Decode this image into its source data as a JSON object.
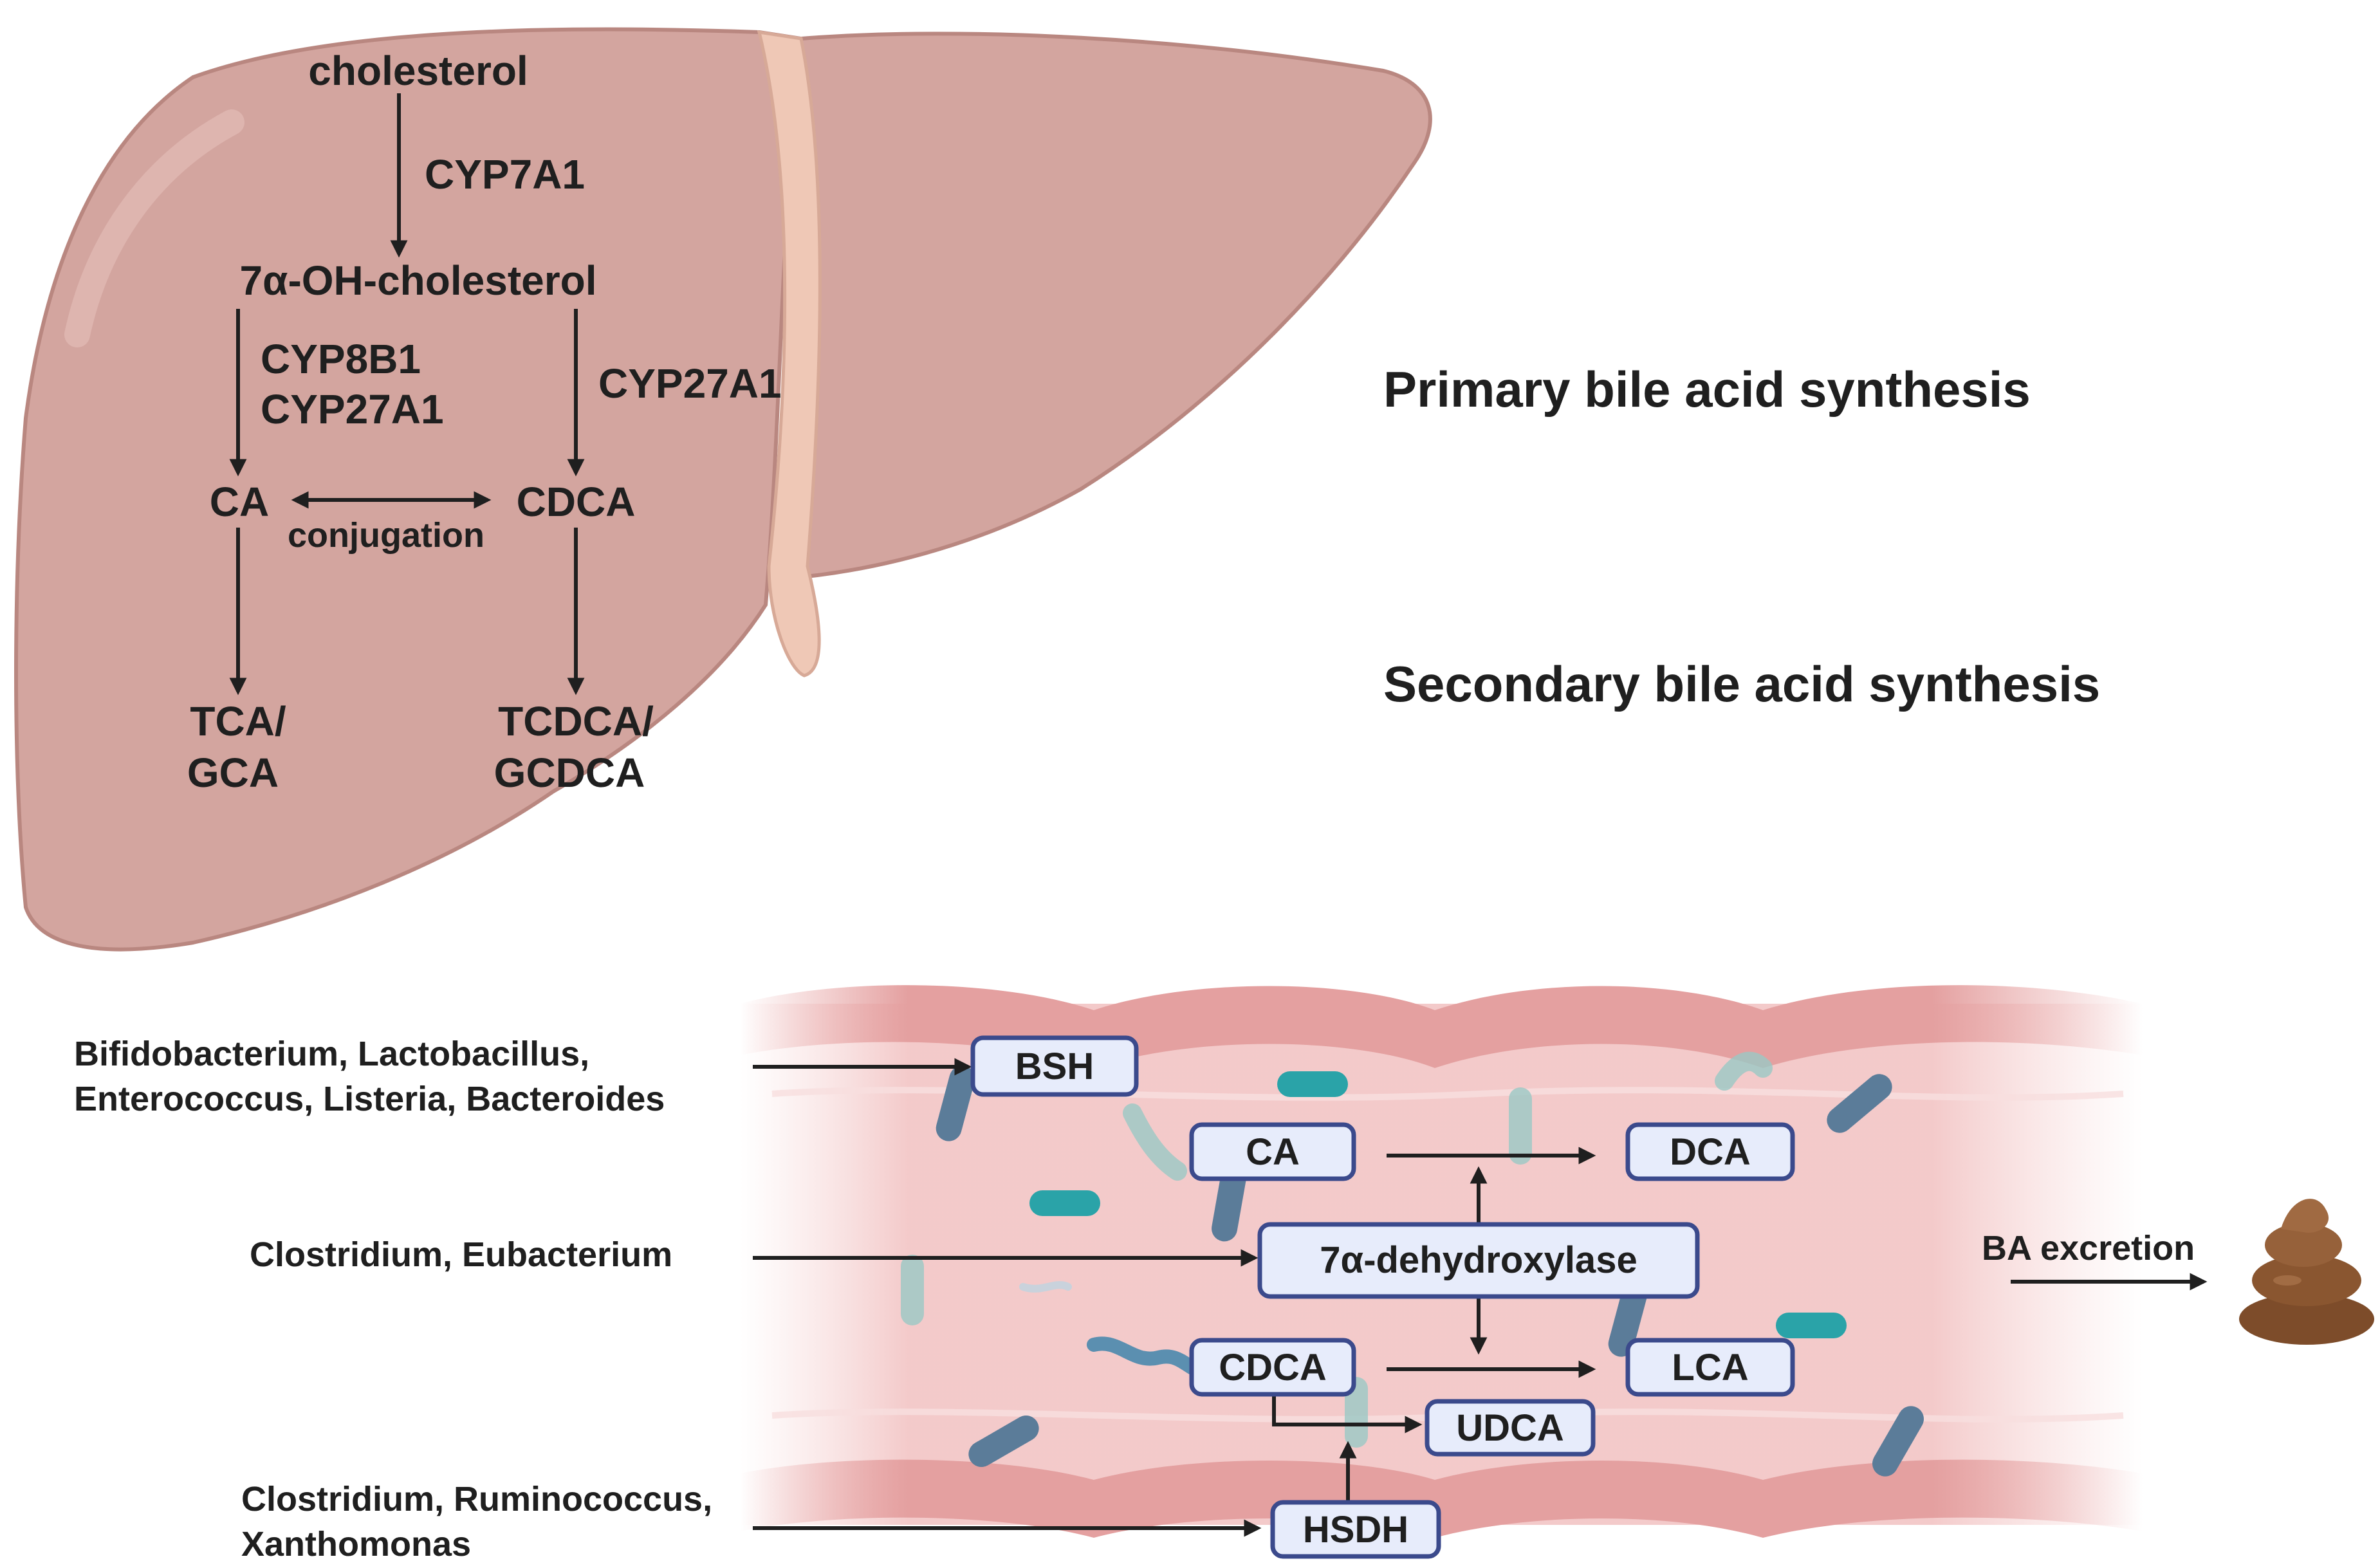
{
  "liver": {
    "cholesterol": "cholesterol",
    "cyp7a1": "CYP7A1",
    "oh_cholesterol": "7α-OH-cholesterol",
    "cyp8b1": "CYP8B1",
    "cyp27a1_left": "CYP27A1",
    "cyp27a1_right": "CYP27A1",
    "ca": "CA",
    "cdca": "CDCA",
    "conjugation": "conjugation",
    "tca": "TCA/",
    "gca": "GCA",
    "tcdca": "TCDCA/",
    "gcdca": "GCDCA"
  },
  "headings": {
    "primary": "Primary bile acid synthesis",
    "secondary": "Secondary bile acid synthesis"
  },
  "bacteria": {
    "group1_line1": "Bifidobacterium, Lactobacillus,",
    "group1_line2": "Enterococcus, Listeria, Bacteroides",
    "group2": "Clostridium, Eubacterium",
    "group3_line1": "Clostridium, Ruminococcus,",
    "group3_line2": "Xanthomonas"
  },
  "intestine": {
    "bsh": "BSH",
    "ca": "CA",
    "dca": "DCA",
    "dehydroxylase": "7α-dehydroxylase",
    "cdca": "CDCA",
    "lca": "LCA",
    "udca": "UDCA",
    "hsdh": "HSDH"
  },
  "excretion": "BA excretion",
  "colors": {
    "liver": "#d3a59f",
    "gallbladder": "#b9dcc4",
    "intestine": "#f4c8c8",
    "box_fill": "#e7ecfb",
    "box_stroke": "#3b4a8c",
    "stool": "#8a5630"
  }
}
